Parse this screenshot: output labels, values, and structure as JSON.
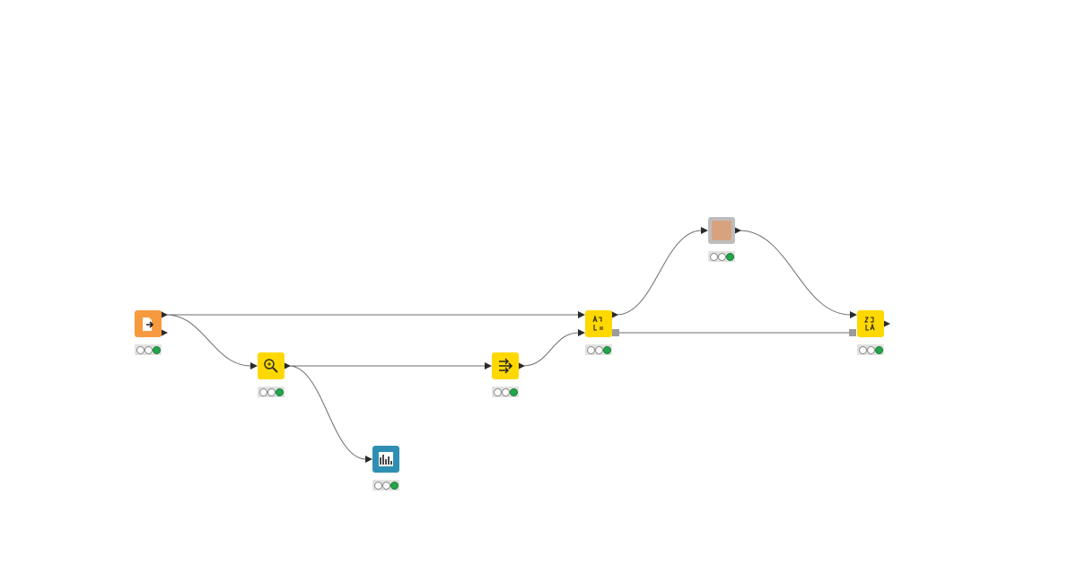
{
  "canvas": {
    "background": "#ffffff",
    "connection_color": "#6e6e6e",
    "port_color": "#2a2a2a",
    "flowvar_port_color": "#9b9b9b"
  },
  "nodes": [
    {
      "id": "reader",
      "name": "source-node",
      "kind": "orange",
      "color": "#f79a3e",
      "icon": "file-reader-icon",
      "status": [
        "off",
        "off",
        "green"
      ],
      "out_ports": 2,
      "in_ports": 0
    },
    {
      "id": "explorer",
      "name": "data-explorer-node",
      "kind": "yellow",
      "color": "#ffd800",
      "icon": "magnifier-icon",
      "status": [
        "off",
        "off",
        "green"
      ],
      "out_ports": 1,
      "in_ports": 1
    },
    {
      "id": "viz",
      "name": "histogram-view-node",
      "kind": "teal",
      "color": "#2e8fb3",
      "icon": "bar-chart-icon",
      "status": [
        "off",
        "off",
        "green"
      ],
      "out_ports": 0,
      "in_ports": 1
    },
    {
      "id": "mapper",
      "name": "column-mapper-node",
      "kind": "yellow",
      "color": "#ffd800",
      "icon": "column-arrows-icon",
      "status": [
        "off",
        "off",
        "green"
      ],
      "out_ports": 1,
      "in_ports": 1
    },
    {
      "id": "sorter",
      "name": "string-sorter-node",
      "kind": "yellow",
      "color": "#ffd800",
      "icon": "sort-az-icon",
      "status": [
        "off",
        "off",
        "green"
      ],
      "out_ports": 1,
      "in_ports": 2
    },
    {
      "id": "meta",
      "name": "metanode",
      "kind": "meta",
      "color": "#d7a27d",
      "icon": "metanode-icon",
      "status": [
        "off",
        "off",
        "green"
      ],
      "out_ports": 1,
      "in_ports": 1
    },
    {
      "id": "joiner",
      "name": "string-joiner-node",
      "kind": "yellow",
      "color": "#ffd800",
      "icon": "sort-za-icon",
      "status": [
        "off",
        "off",
        "green"
      ],
      "out_ports": 1,
      "in_ports": 2
    }
  ],
  "connections": [
    {
      "from": "reader",
      "to": "sorter"
    },
    {
      "from": "reader",
      "to": "explorer"
    },
    {
      "from": "explorer",
      "to": "mapper"
    },
    {
      "from": "explorer",
      "to": "viz"
    },
    {
      "from": "mapper",
      "to": "sorter"
    },
    {
      "from": "sorter",
      "to": "meta"
    },
    {
      "from": "meta",
      "to": "joiner"
    },
    {
      "from": "sorter",
      "to": "joiner",
      "kind": "flow-variable"
    }
  ]
}
